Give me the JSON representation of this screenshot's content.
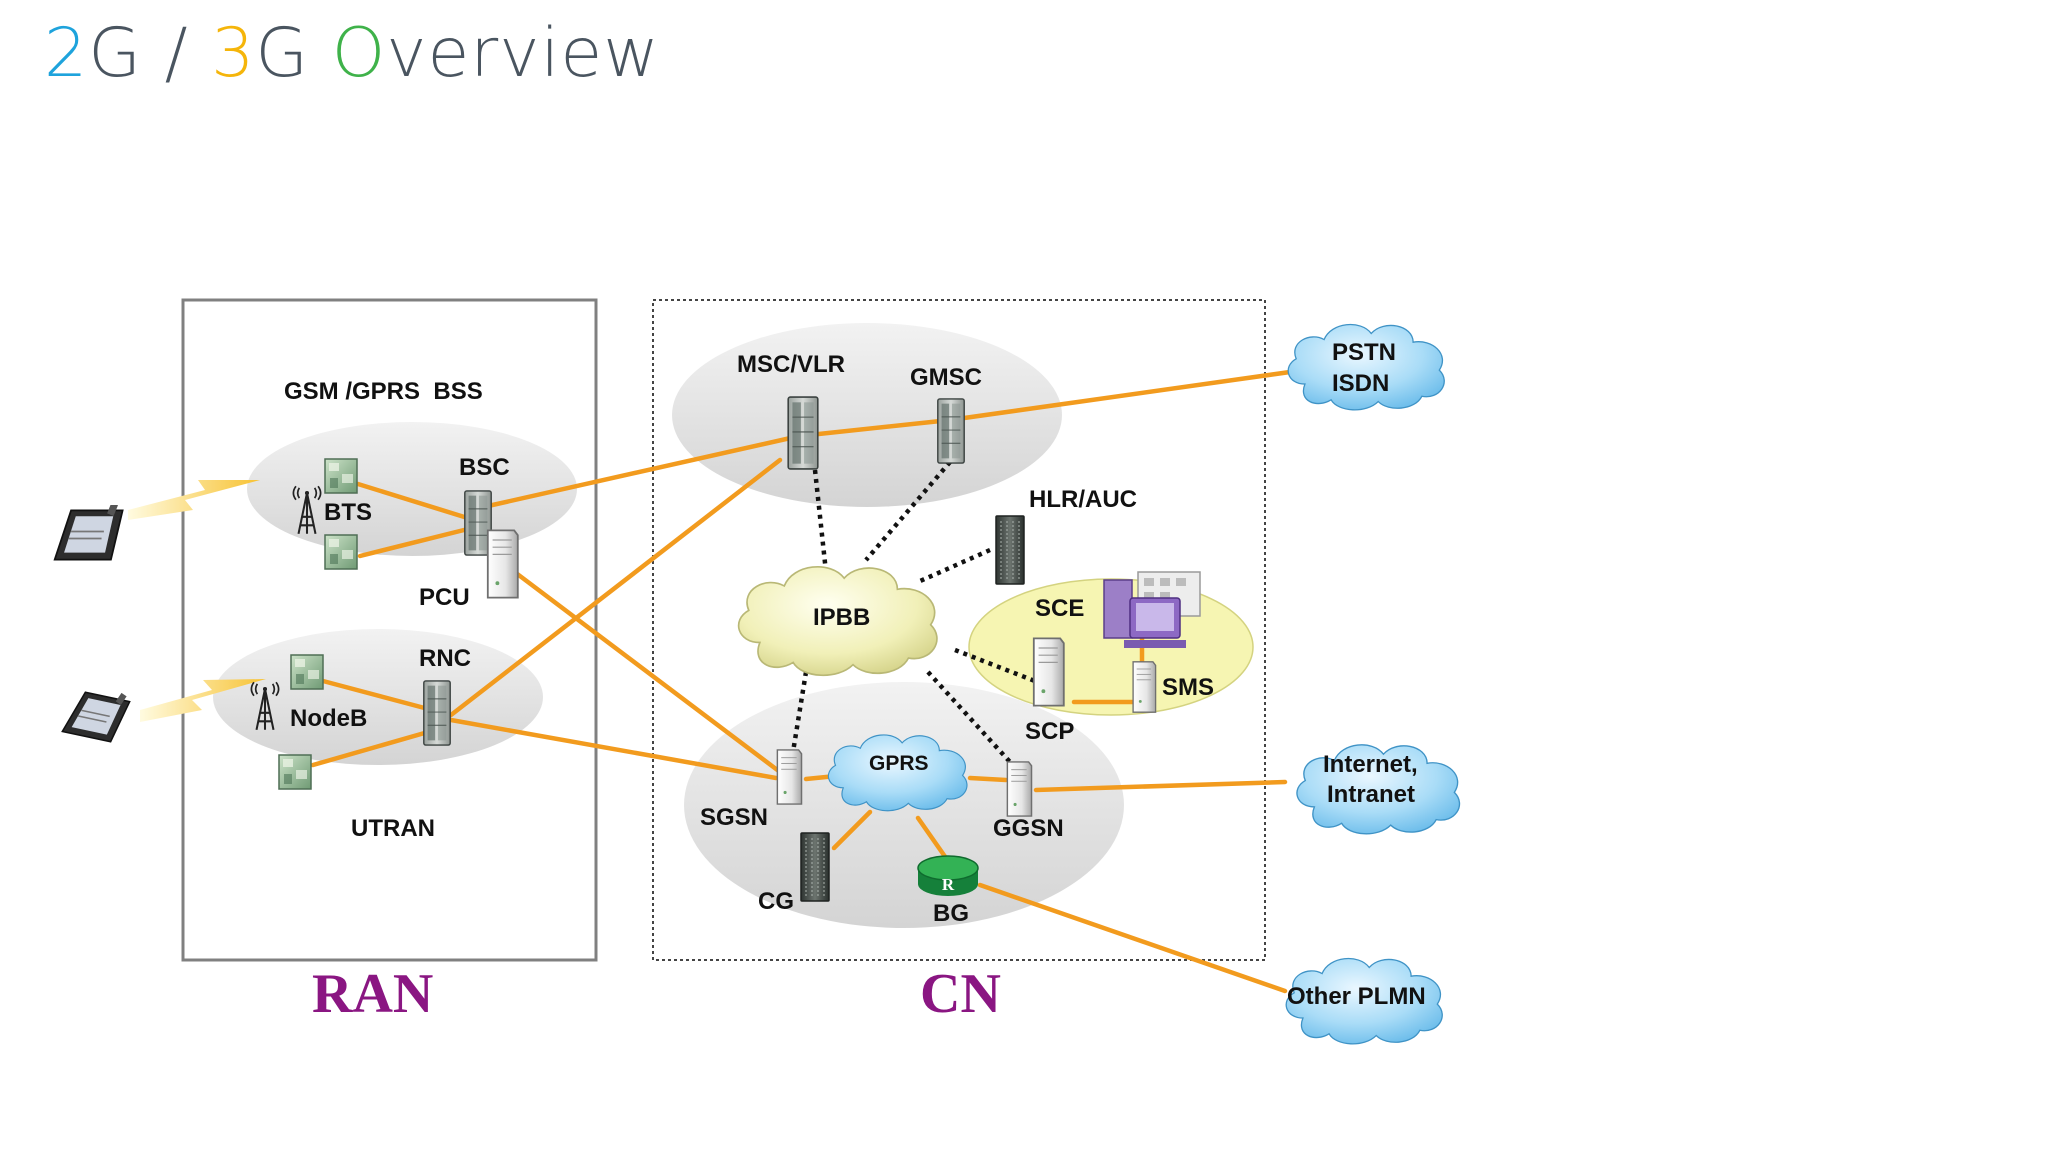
{
  "title": {
    "part1": "2",
    "part2": "G / ",
    "part3": "3",
    "part4": "G ",
    "part5": "O",
    "part6": "verview"
  },
  "colors": {
    "accent_blue": "#1ea3dc",
    "accent_yellow": "#f5b50a",
    "accent_green": "#3fb24a",
    "link": "#f29b1e",
    "region_label": "#8a1682"
  },
  "ran": {
    "label": "RAN",
    "bss_label": "GSM /GPRS  BSS",
    "bts": "BTS",
    "bsc": "BSC",
    "pcu": "PCU",
    "rnc": "RNC",
    "nodeb": "NodeB",
    "utran": "UTRAN"
  },
  "cn": {
    "label": "CN",
    "msc_vlr": "MSC/VLR",
    "gmsc": "GMSC",
    "hlr_auc": "HLR/AUC",
    "ipbb": "IPBB",
    "sce": "SCE",
    "sms": "SMS",
    "scp": "SCP",
    "gprs": "GPRS",
    "sgsn": "SGSN",
    "ggsn": "GGSN",
    "cg": "CG",
    "bg": "BG",
    "router_glyph": "R"
  },
  "external": {
    "pstn_line1": "PSTN",
    "pstn_line2": "ISDN",
    "internet_line1": "Internet,",
    "internet_line2": "Intranet",
    "other_plmn": "Other PLMN"
  }
}
